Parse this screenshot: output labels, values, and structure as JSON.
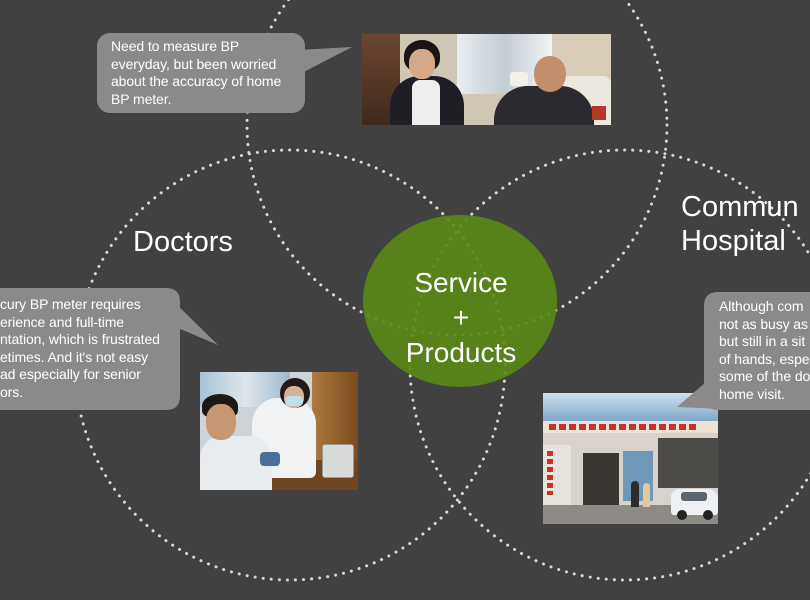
{
  "slide": {
    "colors": {
      "background": "#414141",
      "center_fill": "#5a8a15",
      "bubble_fill": "#8a8a8a",
      "dotted_outline": "#d8d8d8",
      "text": "#ffffff"
    },
    "center": {
      "line1": "Service",
      "line2": "+",
      "line3": "Products"
    },
    "labels": {
      "doctors": "Doctors",
      "community": [
        "Commun",
        "Hospital"
      ]
    },
    "bubbles": {
      "top": [
        "Need to measure BP",
        "everyday, but been worried",
        "about the accuracy of home",
        "BP meter."
      ],
      "left": [
        "cury BP meter requires",
        "erience and full-time",
        "ntation, which is frustrated",
        "etimes. And it's not easy",
        "ad especially for senior",
        "ors."
      ],
      "right": [
        "Although com",
        "not as busy as",
        "but still in a sit",
        "of hands, espe",
        "some of the do",
        "home visit."
      ]
    }
  }
}
